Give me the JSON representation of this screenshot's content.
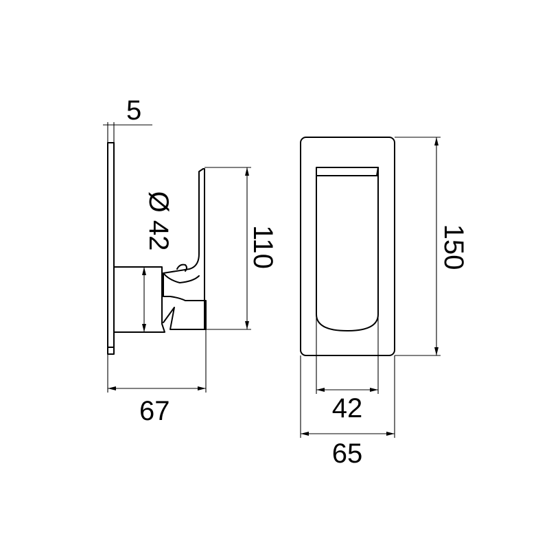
{
  "drawing": {
    "dimensions": {
      "plate_thickness": "5",
      "side_depth": "67",
      "lever_height": "110",
      "diameter": "Ø 42",
      "front_height": "150",
      "lever_width": "42",
      "plate_width": "65"
    }
  }
}
